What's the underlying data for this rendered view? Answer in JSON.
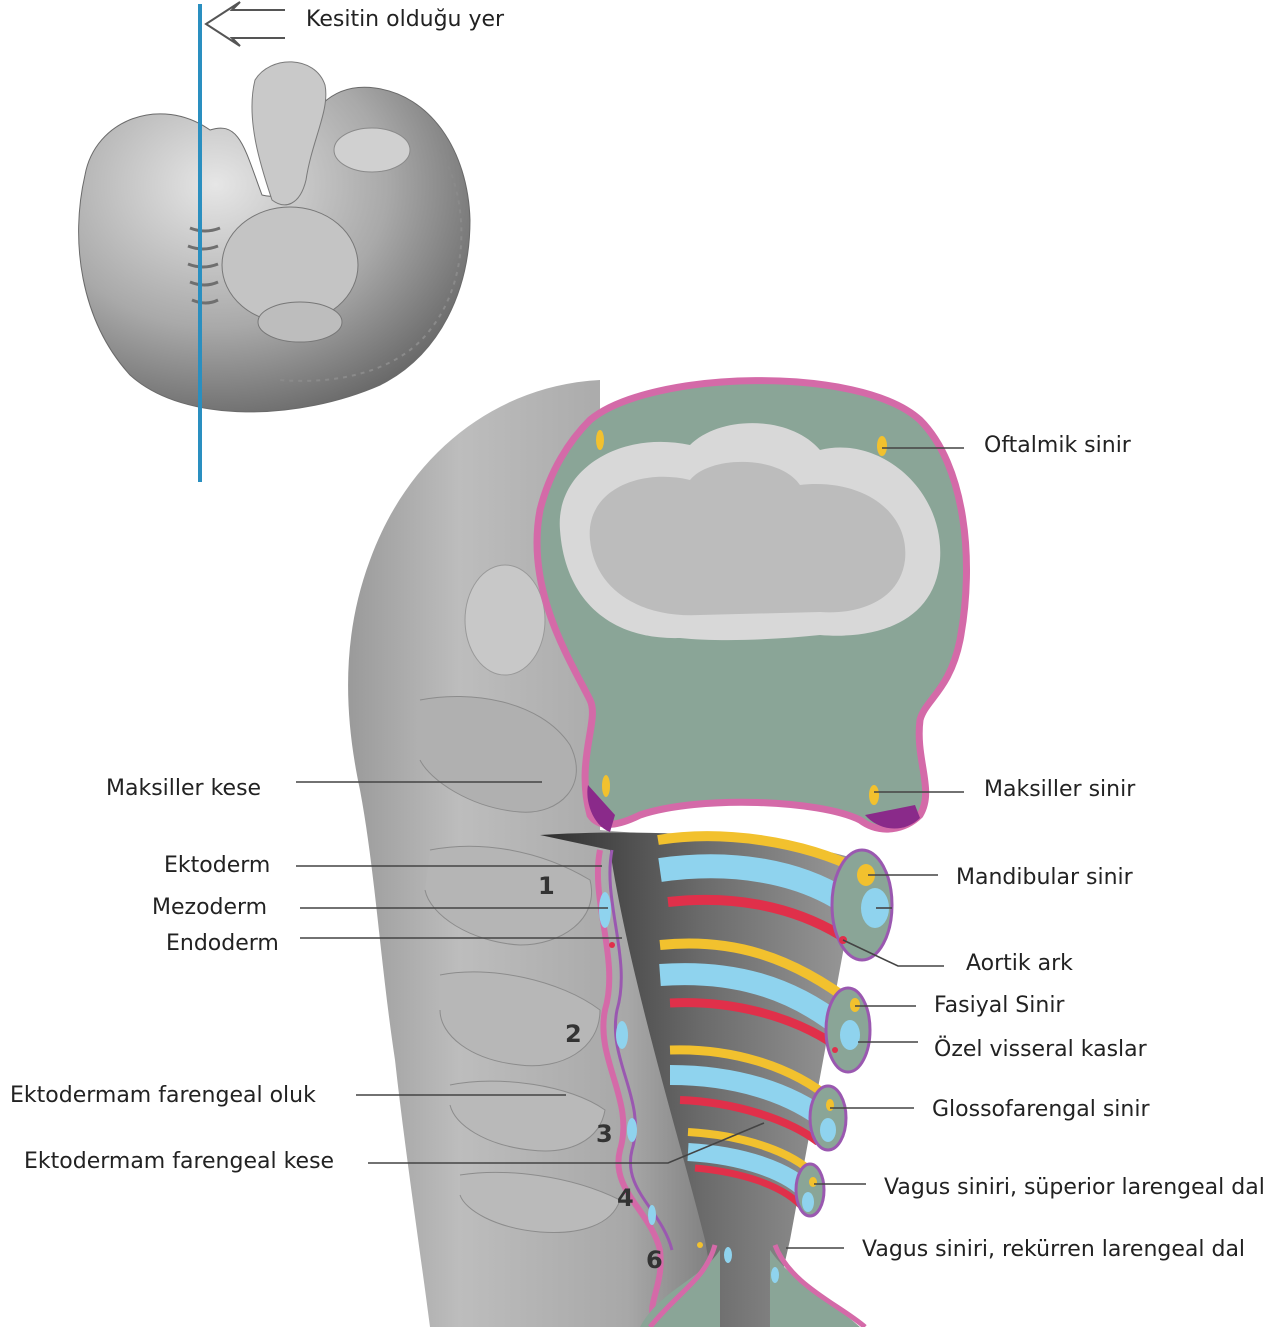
{
  "header": {
    "section_location_label": "Kesitin olduğu yer"
  },
  "left_labels": {
    "maxillary_pouch": "Maksiller kese",
    "ectoderm": "Ektoderm",
    "mesoderm": "Mezoderm",
    "endoderm": "Endoderm",
    "pharyngeal_groove": "Ektodermam farengeal oluk",
    "pharyngeal_pouch": "Ektodermam farengeal kese"
  },
  "right_labels": {
    "ophthalmic_nerve": "Oftalmik sinir",
    "maxillary_nerve": "Maksiller sinir",
    "mandibular_nerve": "Mandibular sinir",
    "aortic_arch": "Aortik ark",
    "facial_nerve": "Fasiyal Sinir",
    "special_visceral_muscles": "Özel visseral kaslar",
    "glossopharyngeal_nerve": "Glossofarengal sinir",
    "vagus_superior_laryngeal": "Vagus siniri, süperior larengeal dal",
    "vagus_recurrent_laryngeal": "Vagus siniri, rekürren larengeal dal"
  },
  "arch_numbers": [
    "1",
    "2",
    "3",
    "4",
    "6"
  ],
  "colors": {
    "section_line": "#2a8fc0",
    "embryo": "#9a9a9a",
    "tissue": "#8aa597",
    "ectoderm_pink": "#d46aa8",
    "nerve_yellow": "#f2c12e",
    "muscle_blue": "#8fd3ee",
    "artery_red": "#e0304a"
  }
}
